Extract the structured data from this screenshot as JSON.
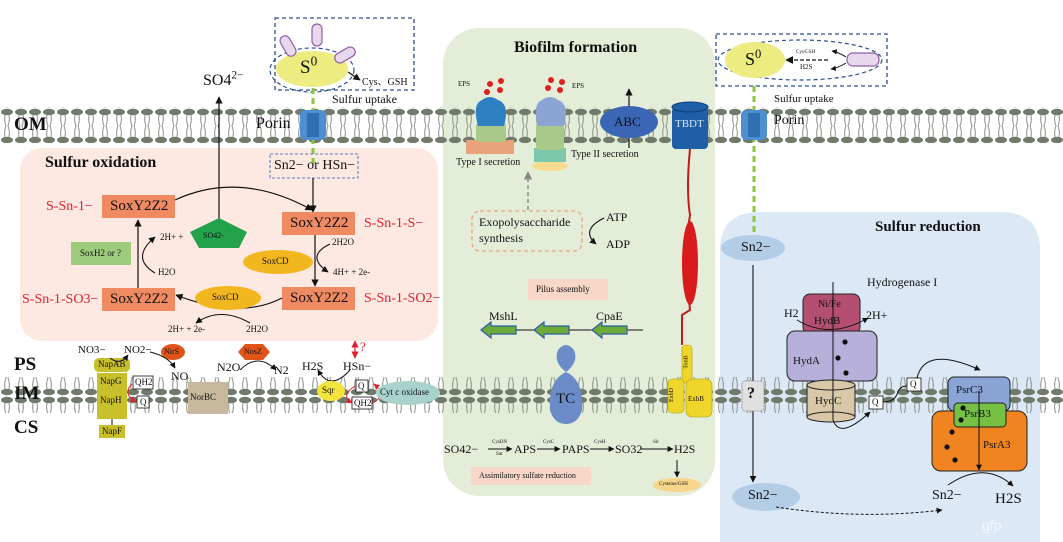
{
  "membrane_labels": {
    "om": "OM",
    "ps": "PS",
    "im": "IM",
    "cs": "CS"
  },
  "colors": {
    "membrane": "#6f7a6a",
    "sulfur_oxidation_bg": "#fde9e2",
    "biofilm_bg": "#e3edd8",
    "sulfur_reduction_bg": "#dce8f6",
    "sox_box": "#ef8a62",
    "red_text": "#e0202a",
    "sulfate_pentagon": "#22a24a",
    "soxcd": "#f2b61f",
    "s0": "#ecec80",
    "porin": "#4d8fd0",
    "green_dashed": "#8cc63f",
    "nap": "#c8c02a",
    "nirs": "#e0541a",
    "norbc": "#c7b89d",
    "sqr": "#f2e43a",
    "cyt_c": "#a9d2cc",
    "abc": "#3a66b5",
    "tbdt": "#1f5fa8",
    "tonb": "#f0d62a",
    "tc": "#6b8cc9",
    "hydb": "#b54f72",
    "hyda": "#b7b0da",
    "hydc": "#d8c8a8",
    "psrc": "#8aa4d6",
    "psrb": "#76c043",
    "psra": "#ef8420"
  },
  "left_top": {
    "so4": "SO4",
    "so4_charge": "2−",
    "s0_label": "S",
    "s0_sup": "0",
    "cys_gsh": "Cys、GSH",
    "sulfur_uptake": "Sulfur uptake",
    "porin": "Porin"
  },
  "sulfur_oxidation": {
    "title": "Sulfur oxidation",
    "input_box": "Sn2− or HSn−",
    "sox_label": "SoxY2Z2",
    "tl_side": "S-Sn-1−",
    "tr_side": "S-Sn-1-S−",
    "br_side": "S-Sn-1-SO2−",
    "bl_side": "S-Sn-1-SO3−",
    "pentagon": "SO42-",
    "soxh": "SoxH2 or ?",
    "soxcd_1": "SoxCD",
    "soxcd_2": "SoxCD",
    "two_h_plus": "2H+ +",
    "h2o": "H2O",
    "two_h2o_right": "2H2O",
    "four_h": "4H+ + 2e-",
    "two_h_2e": "2H+ + 2e-",
    "two_h2o_bottom": "2H2O"
  },
  "denitrification": {
    "no3": "NO3−",
    "no2": "NO2−",
    "nirs": "NirS",
    "no": "NO",
    "n2o": "N2O",
    "nosz": "NosZ",
    "n2": "N2",
    "napab": "NapAB",
    "napg": "NapG",
    "naph": "NapH",
    "napf": "NapF",
    "qh2": "QH2",
    "q": "Q",
    "norbc": "NorBC"
  },
  "sqr_group": {
    "h2s": "H2S",
    "hsn": "HSn−",
    "question": "?",
    "sqr": "Sqr",
    "q": "Q",
    "qh2": "QH2",
    "cyt": "Cyt c oxidase"
  },
  "biofilm": {
    "title": "Biofilm formation",
    "eps_1": "EPS",
    "eps_2": "EPS",
    "abc": "ABC",
    "tbdt": "TBDT",
    "type1": "Type I secretion",
    "type2": "Type II secretion",
    "eps_synthesis_1": "Exopolysaccharide",
    "eps_synthesis_2": "synthesis",
    "atp": "ATP",
    "adp": "ADP",
    "pilus": "Pilus assembly",
    "mshl": "MshL",
    "cpae": "CpaE",
    "tc": "TC",
    "tonb": "TonB",
    "exbd": "ExbD",
    "exbb": "ExbB"
  },
  "assimilatory": {
    "so4": "SO42−",
    "cysdn": "CysDN",
    "sat": "Sat",
    "aps": "APS",
    "cysc": "CysC",
    "paps": "PAPS",
    "cysh": "CysH",
    "so3": "SO32−",
    "sir": "Sir",
    "h2s": "H2S",
    "product": "Cysteine/GSH",
    "label": "Assimilatory sulfate reduction"
  },
  "right_top": {
    "s0_label": "S",
    "s0_sup": "0",
    "cys_gsh": "Cys/GSH",
    "h2s": "H2S",
    "sulfur_uptake": "Sulfur uptake",
    "porin": "Porin"
  },
  "sulfur_reduction": {
    "title": "Sulfur reduction",
    "sn_top": "Sn2−",
    "hydrogenase": "Hydrogenase I",
    "h2": "H2",
    "two_h": "2H+",
    "nife": "Ni/Fe",
    "hydb": "HydB",
    "hyda": "HydA",
    "hydc": "HydC",
    "q1": "Q",
    "q2": "Q",
    "unknown": "?",
    "psrc": "PsrC3",
    "psrb": "PsrB3",
    "psra": "PsrA3",
    "sn_bottom_left": "Sn2−",
    "sn_bottom_right": "Sn2−",
    "h2s": "H2S"
  },
  "watermark": "gfp"
}
